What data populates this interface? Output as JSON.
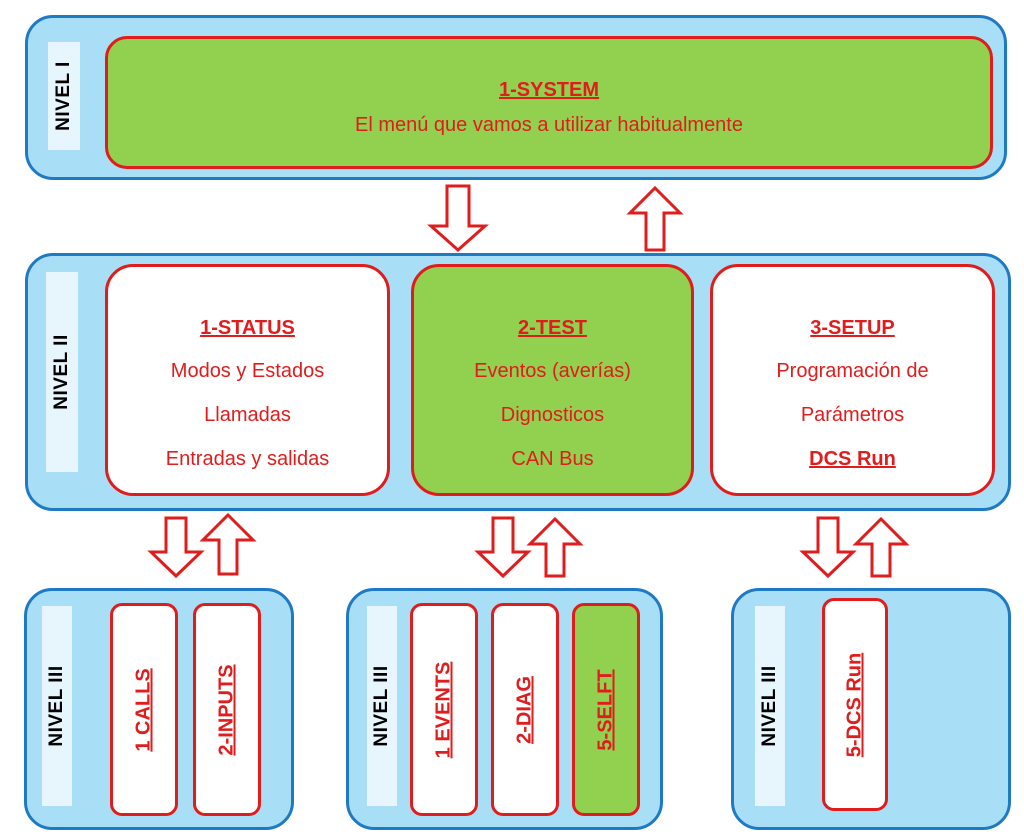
{
  "level1": {
    "label": "NIVEL I",
    "system": {
      "title": "1-SYSTEM",
      "subtitle": "El menú que vamos a utilizar habitualmente"
    }
  },
  "level2": {
    "label": "NIVEL II",
    "status": {
      "title": "1-STATUS",
      "lines": [
        "Modos y Estados",
        "Llamadas",
        "Entradas y salidas"
      ]
    },
    "test": {
      "title": "2-TEST",
      "lines": [
        "Eventos (averías)",
        "Dignosticos",
        "CAN Bus"
      ]
    },
    "setup": {
      "title": "3-SETUP",
      "lines": [
        "Programación de",
        "Parámetros",
        "DCS Run"
      ]
    }
  },
  "level3": [
    {
      "label": "NIVEL III",
      "items": [
        "1 CALLS",
        "2-INPUTS"
      ]
    },
    {
      "label": "NIVEL III",
      "items": [
        "1 EVENTS",
        "2-DIAG",
        "5-SELFT"
      ]
    },
    {
      "label": "NIVEL III",
      "items": [
        "5-DCS Run"
      ]
    }
  ],
  "colors": {
    "panel_fill": "#a9def7",
    "panel_border": "#1f7ac4",
    "box_border": "#e01c1c",
    "highlight_fill": "#92d050",
    "text": "#e01c1c"
  }
}
